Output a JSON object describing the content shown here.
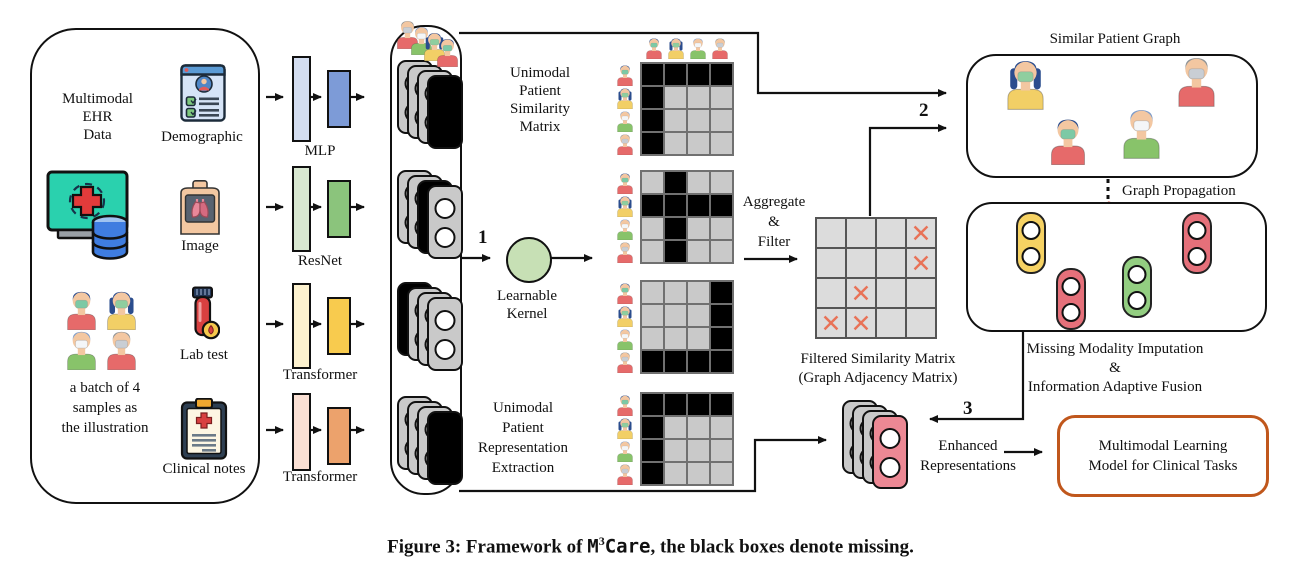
{
  "figure": {
    "caption": {
      "prefix": "Figure 3: Framework of ",
      "model_base": "M",
      "model_sup": "3",
      "model_rest": "Care",
      "suffix": ", the black boxes denote missing."
    }
  },
  "left_panel": {
    "title_lines": [
      "Multimodal",
      "EHR",
      "Data"
    ],
    "modalities": {
      "demographic": "Demographic",
      "image": "Image",
      "lab": "Lab test",
      "notes": "Clinical notes"
    },
    "batch_lines": [
      "a batch of 4",
      "samples as",
      "the illustration"
    ]
  },
  "encoders": [
    {
      "label": "MLP",
      "light": "#d3ddf0",
      "dark": "#7d9bd7"
    },
    {
      "label": "ResNet",
      "light": "#d9e8d1",
      "dark": "#8bc47c"
    },
    {
      "label": "Transformer",
      "light": "#fdf2cf",
      "dark": "#f8cb4e"
    },
    {
      "label": "Transformer",
      "light": "#fae0d4",
      "dark": "#eca26c"
    }
  ],
  "avatars": {
    "p1": {
      "hair": "#2b4d8e",
      "mask": "#7cc9a5",
      "shirt": "#e66a6a",
      "female": false
    },
    "p2": {
      "hair": "#2b4d8e",
      "mask": "#8fce9f",
      "shirt": "#f2cf66",
      "female": true
    },
    "p3": {
      "hair": "#7e9cc9",
      "mask": "#f4f6f8",
      "shirt": "#88c36a",
      "female": false
    },
    "p4": {
      "hair": "#8f9396",
      "mask": "#c9ced4",
      "shirt": "#e66a6a",
      "female": false
    }
  },
  "patient_order": [
    "p1",
    "p2",
    "p3",
    "p4"
  ],
  "stacks": [
    {
      "cards": [
        "gray",
        "gray",
        "gray",
        "black-front"
      ]
    },
    {
      "cards": [
        "gray",
        "gray",
        "black",
        "gray-front"
      ]
    },
    {
      "cards": [
        "black",
        "gray",
        "gray",
        "gray-front"
      ]
    },
    {
      "cards": [
        "gray",
        "gray",
        "gray",
        "black-front"
      ]
    }
  ],
  "enhanced_stack": {
    "cards": [
      "gray",
      "gray",
      "gray",
      "red-front"
    ]
  },
  "card_colors": {
    "gray": "#c9c9c9",
    "black": "#000000",
    "red_front": "#ec8894"
  },
  "matrices": {
    "label_similarity": [
      "Unimodal",
      "Patient",
      "Similarity",
      "Matrix"
    ],
    "label_representation": [
      "Unimodal",
      "Patient",
      "Representation",
      "Extraction"
    ],
    "black_cells": [
      [
        [
          0,
          0
        ],
        [
          0,
          1
        ],
        [
          0,
          2
        ],
        [
          0,
          3
        ],
        [
          1,
          0
        ],
        [
          2,
          0
        ],
        [
          3,
          0
        ]
      ],
      [
        [
          1,
          0
        ],
        [
          1,
          1
        ],
        [
          1,
          2
        ],
        [
          1,
          3
        ],
        [
          0,
          1
        ],
        [
          2,
          1
        ],
        [
          3,
          1
        ]
      ],
      [
        [
          3,
          0
        ],
        [
          3,
          1
        ],
        [
          3,
          2
        ],
        [
          3,
          3
        ],
        [
          0,
          3
        ],
        [
          1,
          3
        ],
        [
          2,
          3
        ]
      ],
      [
        [
          0,
          0
        ],
        [
          0,
          1
        ],
        [
          0,
          2
        ],
        [
          0,
          3
        ],
        [
          1,
          0
        ],
        [
          2,
          0
        ],
        [
          3,
          0
        ]
      ]
    ]
  },
  "kernel": {
    "step": "1",
    "label_lines": [
      "Learnable",
      "Kernel"
    ],
    "color": "#c7e0b5"
  },
  "aggregate_lines": [
    "Aggregate",
    "&",
    "Filter"
  ],
  "filtered": {
    "step": "2",
    "label_lines": [
      "Filtered Similarity Matrix",
      "(Graph Adjacency Matrix)"
    ],
    "x_cells": [
      [
        0,
        3
      ],
      [
        1,
        3
      ],
      [
        2,
        1
      ],
      [
        3,
        0
      ],
      [
        3,
        1
      ]
    ],
    "x_mark": "✕",
    "x_color": "#e87257"
  },
  "graph": {
    "title": "Similar Patient Graph",
    "nodes": [
      "p2",
      "p4",
      "p1",
      "p3"
    ],
    "propagation_label": "Graph Propagation"
  },
  "imputation": {
    "step": "3",
    "label_lines": [
      "Missing Modality Imputation",
      "&",
      "Information Adaptive Fusion"
    ],
    "capsules": [
      "yellow",
      "red",
      "red",
      "green"
    ],
    "capsule_colors": {
      "yellow": "#f6d263",
      "red": "#e5707a",
      "green": "#93ce81"
    }
  },
  "output": {
    "enhanced_lines": [
      "Enhanced",
      "Representations"
    ],
    "model_box_lines": [
      "Multimodal Learning",
      "Model for Clinical Tasks"
    ],
    "box_border": "#c0571c"
  },
  "edge_colors": {
    "yellow": "#f5d063",
    "red": "#ee7a80",
    "green": "#9ad383"
  }
}
